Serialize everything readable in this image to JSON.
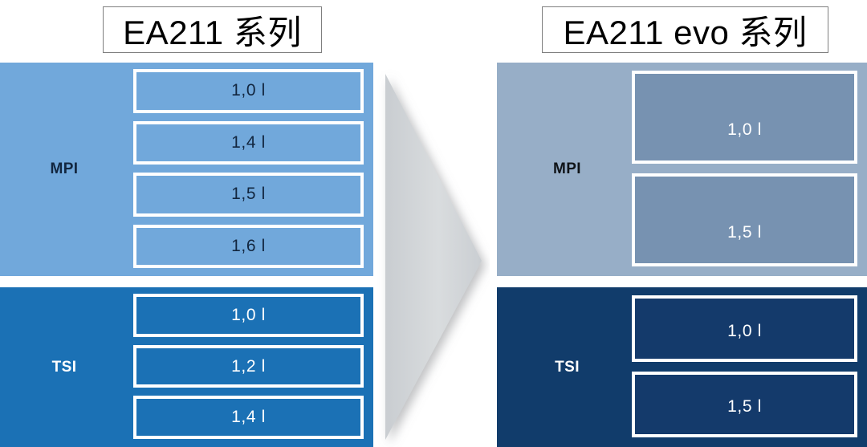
{
  "slide": {
    "left": {
      "title": "EA211 系列",
      "groups": [
        {
          "label": "MPI",
          "panel_color": "#71A8DB",
          "text_color": "#12263F",
          "items": [
            "1,0 l",
            "1,4 l",
            "1,5 l",
            "1,6 l"
          ]
        },
        {
          "label": "TSI",
          "panel_color": "#1B71B5",
          "text_color": "#FFFFFF",
          "items": [
            "1,0 l",
            "1,2 l",
            "1,4 l"
          ]
        }
      ]
    },
    "right": {
      "title": "EA211 evo 系列",
      "groups": [
        {
          "label": "MPI",
          "panel_color": "#97AEC7",
          "item_color": "#7792B1",
          "text_color": "#FFFFFF",
          "items": [
            "1,0 l",
            "1,5 l"
          ]
        },
        {
          "label": "TSI",
          "panel_color": "#113C6B",
          "item_color": "#143A6B",
          "text_color": "#FFFFFF",
          "items": [
            "1,0 l",
            "1,5 l"
          ]
        }
      ]
    },
    "arrow": {
      "name": "chevron-right-arrow",
      "fill": "#D4D7DA",
      "direction": "right"
    },
    "colors": {
      "border": "#FFFFFF",
      "title_border": "#7F7F7F",
      "background": "#FFFFFF"
    }
  }
}
